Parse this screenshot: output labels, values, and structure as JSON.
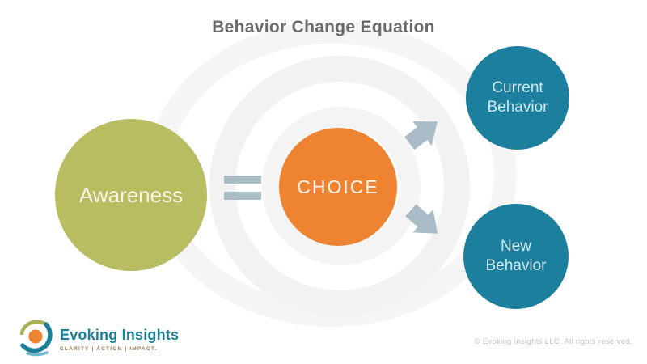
{
  "title": "Behavior Change Equation",
  "diagram": {
    "awareness_label": "Awareness",
    "choice_label": "CHOICE",
    "current_behavior_label": "Current Behavior",
    "new_behavior_label": "New Behavior",
    "equals_symbol": "=",
    "arrow_up_icon": "block-arrow-up-right",
    "arrow_down_icon": "block-arrow-down-right"
  },
  "footer": {
    "logo_name": "Evoking Insights",
    "logo_tagline": "CLARITY  |  ACTION  |  IMPACT.",
    "copyright": "© Evoking Insights LLC.  All rights reserved."
  },
  "colors": {
    "olive": "#b8bd62",
    "orange": "#ee8432",
    "teal": "#1d7f9e",
    "arrow_gray": "#a9bcc7",
    "title_text": "#6a6a6a",
    "awareness_text": "#f8f5e6",
    "choice_text": "#fdf8f0",
    "behavior_text": "#cfe9f1",
    "logo_teal": "#1a7f99",
    "tagline_color": "#a07048",
    "copyright_gray": "#c3c3c3",
    "watermark_gray": "#f3f3f3"
  }
}
